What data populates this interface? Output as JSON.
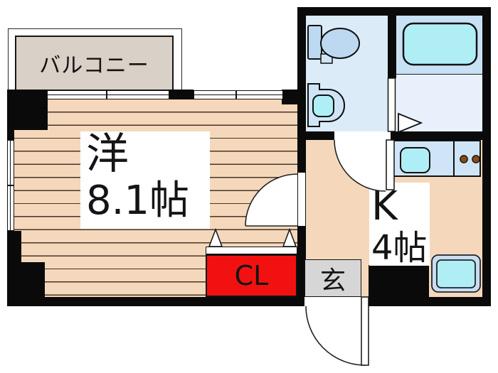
{
  "floorplan": {
    "balcony": {
      "label": "バルコニー"
    },
    "western_room": {
      "label": "洋",
      "area": "8.1帖"
    },
    "kitchen": {
      "label": "K",
      "area": "4帖"
    },
    "closet": {
      "label": "CL"
    },
    "entrance": {
      "label": "玄"
    },
    "fixtures": [
      "toilet",
      "wash-basin",
      "bathtub",
      "kitchen-sink",
      "stove-burners",
      "washer-pan"
    ],
    "colors": {
      "wall": "#0a0a0a",
      "floor_wood": "#f5d8bb",
      "balcony_beige": "#d9d0c7",
      "toilet_room_blue": "#dcebf8",
      "bath_floor_blue": "#e8f1fb",
      "fixture_base_blue": "#c9e1f5",
      "water_cyan": "#b0eef6",
      "closet_red": "#f21111",
      "entrance_gray": "#d6d6d6",
      "burner_brown": "#8a4a16"
    }
  }
}
